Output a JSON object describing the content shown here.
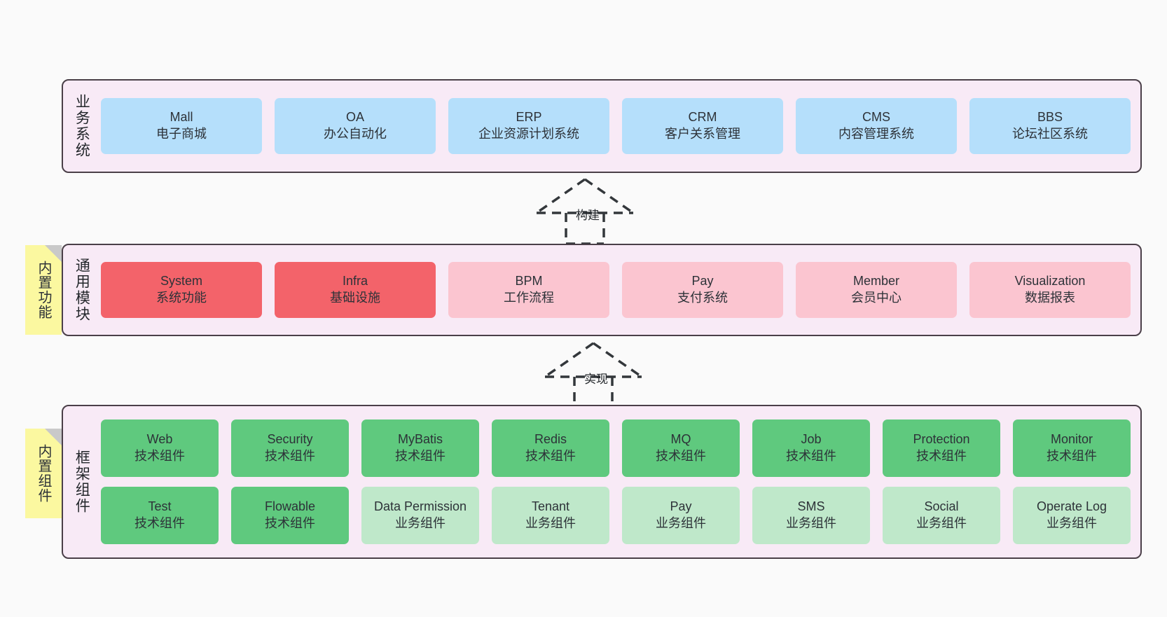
{
  "layers": [
    {
      "id": "business",
      "title": "业务系统",
      "rows": [
        [
          {
            "en": "Mall",
            "cn": "电子商城",
            "color": "#b5dffb"
          },
          {
            "en": "OA",
            "cn": "办公自动化",
            "color": "#b5dffb"
          },
          {
            "en": "ERP",
            "cn": "企业资源计划系统",
            "color": "#b5dffb"
          },
          {
            "en": "CRM",
            "cn": "客户关系管理",
            "color": "#b5dffb"
          },
          {
            "en": "CMS",
            "cn": "内容管理系统",
            "color": "#b5dffb"
          },
          {
            "en": "BBS",
            "cn": "论坛社区系统",
            "color": "#b5dffb"
          }
        ]
      ]
    },
    {
      "id": "common",
      "title": "通用模块",
      "rows": [
        [
          {
            "en": "System",
            "cn": "系统功能",
            "color": "#f3636a"
          },
          {
            "en": "Infra",
            "cn": "基础设施",
            "color": "#f3636a"
          },
          {
            "en": "BPM",
            "cn": "工作流程",
            "color": "#fbc5d0"
          },
          {
            "en": "Pay",
            "cn": "支付系统",
            "color": "#fbc5d0"
          },
          {
            "en": "Member",
            "cn": "会员中心",
            "color": "#fbc5d0"
          },
          {
            "en": "Visualization",
            "cn": "数据报表",
            "color": "#fbc5d0"
          }
        ]
      ]
    },
    {
      "id": "framework",
      "title": "框架组件",
      "rows": [
        [
          {
            "en": "Web",
            "cn": "技术组件",
            "color": "#5fc97e"
          },
          {
            "en": "Security",
            "cn": "技术组件",
            "color": "#5fc97e"
          },
          {
            "en": "MyBatis",
            "cn": "技术组件",
            "color": "#5fc97e"
          },
          {
            "en": "Redis",
            "cn": "技术组件",
            "color": "#5fc97e"
          },
          {
            "en": "MQ",
            "cn": "技术组件",
            "color": "#5fc97e"
          },
          {
            "en": "Job",
            "cn": "技术组件",
            "color": "#5fc97e"
          },
          {
            "en": "Protection",
            "cn": "技术组件",
            "color": "#5fc97e"
          },
          {
            "en": "Monitor",
            "cn": "技术组件",
            "color": "#5fc97e"
          }
        ],
        [
          {
            "en": "Test",
            "cn": "技术组件",
            "color": "#5fc97e"
          },
          {
            "en": "Flowable",
            "cn": "技术组件",
            "color": "#5fc97e"
          },
          {
            "en": "Data Permission",
            "cn": "业务组件",
            "color": "#bfe8ca"
          },
          {
            "en": "Tenant",
            "cn": "业务组件",
            "color": "#bfe8ca"
          },
          {
            "en": "Pay",
            "cn": "业务组件",
            "color": "#bfe8ca"
          },
          {
            "en": "SMS",
            "cn": "业务组件",
            "color": "#bfe8ca"
          },
          {
            "en": "Social",
            "cn": "业务组件",
            "color": "#bfe8ca"
          },
          {
            "en": "Operate Log",
            "cn": "业务组件",
            "color": "#bfe8ca"
          }
        ]
      ]
    }
  ],
  "stickies": [
    {
      "id": "common",
      "label": "内置功能"
    },
    {
      "id": "framework",
      "label": "内置组件"
    }
  ],
  "arrows": [
    {
      "id": "build",
      "label": "构建"
    },
    {
      "id": "realize",
      "label": "实现"
    }
  ],
  "colors": {
    "canvas": "#fafafa",
    "layer_fill": "#f8eaf6",
    "layer_border": "#4a3f48",
    "sticky_fill": "#fbf8a0",
    "sticky_fold": "#c9c9c9",
    "blue": "#b5dffb",
    "red": "#f3636a",
    "pink": "#fbc5d0",
    "green": "#5fc97e",
    "light_green": "#bfe8ca",
    "text": "#2d3238",
    "arrow": "#33373b"
  }
}
